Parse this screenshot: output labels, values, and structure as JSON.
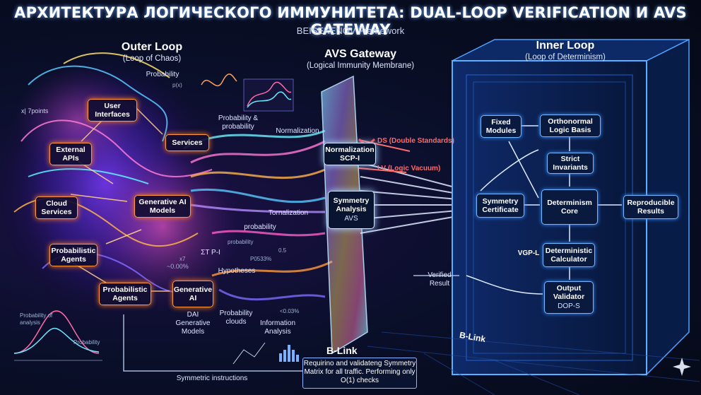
{
  "title": "АРХИТЕКТУРА ЛОГИЧЕСКОГО ИММУНИТЕТА: DUAL-LOOP VERIFICATION И AVS GATEWAY",
  "subtitle": "BEISEKENOV Framework",
  "outer": {
    "title": "Outer Loop",
    "subtitle": "(Loop of Chaos)",
    "nodes": {
      "user_interfaces": "User Interfaces",
      "external_apis": "External APIs",
      "services": "Services",
      "cloud_services": "Cloud Services",
      "generative_ai_models": "Generative AI Models",
      "probabilistic_agents_1": "Probabilistic Agents",
      "probabilistic_agents_2": "Probabilistic Agents",
      "generative_ai": "Generative AI"
    },
    "labels": {
      "probability": "Probability",
      "p_x": "p(x)",
      "x17_points": "x| 7points",
      "prob_and_prob": "Probability & probability",
      "normalization": "Normalization",
      "tornalization": "Tornalization",
      "probability2": "probability",
      "probability_small": "probability",
      "sum_p": "ΣT P-I",
      "x7": "x7",
      "pct_000": "~0.00%",
      "p0533": "P0533%",
      "v05": "0.5",
      "hypotheses": "Hypotheses",
      "dai": "DAI Generative Models",
      "prob_clouds": "Probability clouds",
      "info_analysis": "Information Analysis",
      "lt003": "<0.03%",
      "prob_analysis": "Probability of analysis",
      "probability3": "Probability",
      "symmetric_instructions": "Symmetric instructions"
    }
  },
  "gateway": {
    "title": "AVS Gateway",
    "subtitle": "(Logical Immunity Membrane)",
    "normalization": "Normalization SCP-I",
    "symmetry": "Symmetry Analysis",
    "avs": "AVS",
    "ds": "DS (Double Standards)",
    "lv": "LV (Logic Vacuum)"
  },
  "inner": {
    "title": "Inner Loop",
    "subtitle": "(Loop of Determinism)",
    "fixed_modules": "Fixed Modules",
    "orthonormal": "Orthonormal Logic Basis",
    "strict_invariants": "Strict Invariants",
    "symmetry_certificate": "Symmetry Certificate",
    "determinism_core": "Determinism Core",
    "reproducible_results": "Reproducible Results",
    "vgp": "VGP-L",
    "deterministic_calculator": "Deterministic Calculator",
    "verified_result": "Verified Result",
    "output_validator": "Output Validator",
    "dop": "DOP-S"
  },
  "blink": {
    "title": "B-Link",
    "floor_label": "B-Link",
    "description": "Requirino and validateng Symmetry Matrix for all traffic. Performing only O(1) checks"
  },
  "colors": {
    "chaos_accent": "#ff9a3c",
    "inner_accent": "#6fb8ff",
    "danger": "#ff5a5a"
  }
}
